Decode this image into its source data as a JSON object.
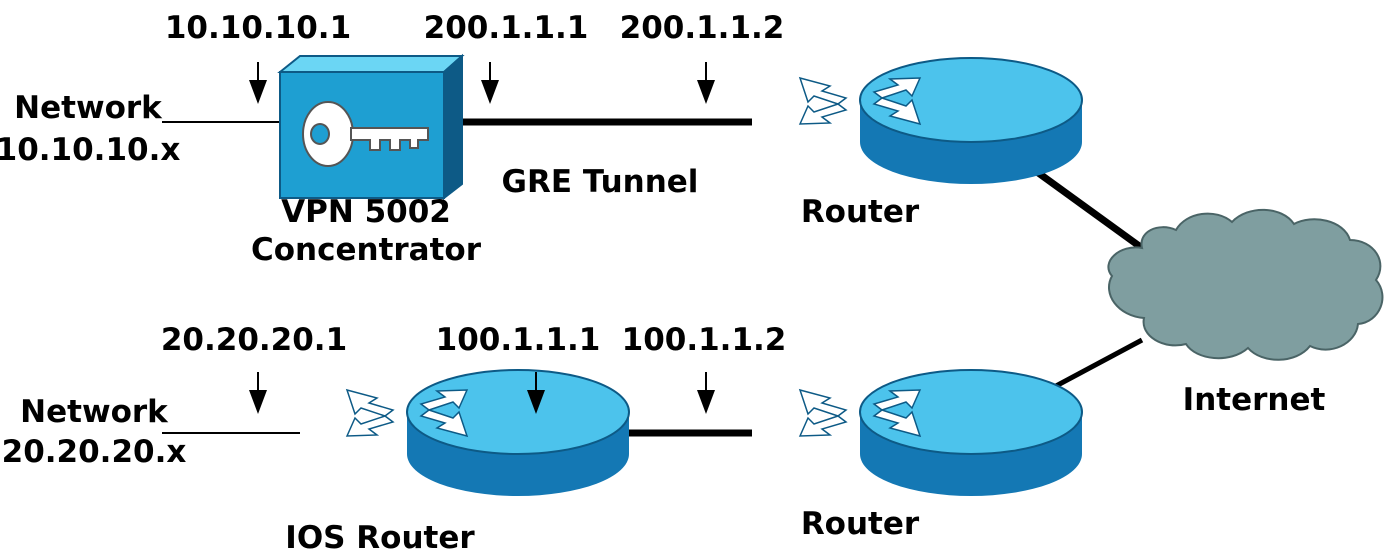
{
  "labels": {
    "vpn_inside_ip": "10.10.10.1",
    "vpn_outside_ip": "200.1.1.1",
    "router1_ip": "200.1.1.2",
    "ios_inside_ip": "20.20.20.1",
    "ios_outside_ip": "100.1.1.1",
    "router2_ip": "100.1.1.2",
    "network1_line1": "Network",
    "network1_line2": "10.10.10.x",
    "network2_line1": "Network",
    "network2_line2": "20.20.20.x",
    "vpn_name_line1": "VPN 5002",
    "vpn_name_line2": "Concentrator",
    "tunnel": "GRE Tunnel",
    "router1": "Router",
    "router2": "Router",
    "ios_router": "IOS Router",
    "internet": "Internet"
  },
  "icons": {
    "vpn_concentrator": "key-icon",
    "router": "router-icon",
    "cloud": "cloud-icon"
  },
  "colors": {
    "device_blue": "#1e9fd2",
    "device_light": "#6bd6f4",
    "device_dark": "#0d5a86",
    "cloud_fill": "#7f9ea0",
    "line": "#000000"
  }
}
